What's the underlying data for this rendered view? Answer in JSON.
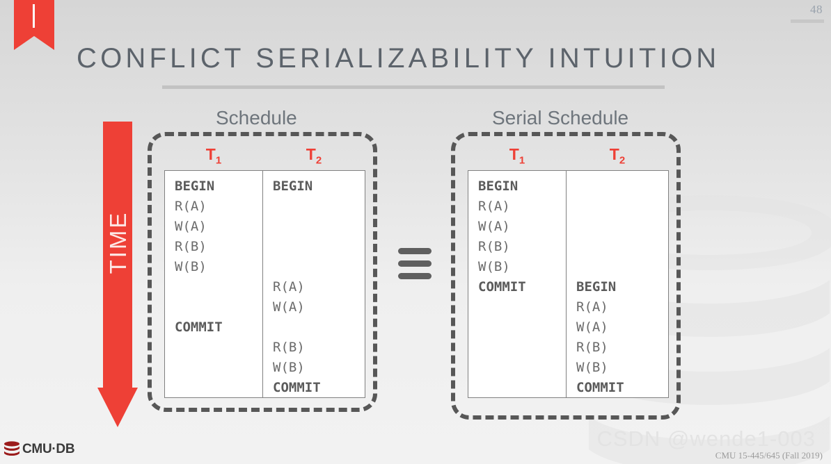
{
  "slide": {
    "number": "48",
    "title": "CONFLICT SERIALIZABILITY INTUITION",
    "accent_red": "#EE4036",
    "title_color": "#5C636B",
    "background": "#F2F2F2"
  },
  "time_axis": {
    "label": "TIME",
    "direction": "downward",
    "color": "#EE4036"
  },
  "equivalence_symbol": "≡",
  "panels": [
    {
      "caption": "Schedule",
      "columns": [
        {
          "header": "T",
          "header_subscript": "1",
          "ops": [
            "BEGIN",
            "R(A)",
            "W(A)",
            "R(B)",
            "W(B)",
            "",
            "",
            "COMMIT",
            "",
            "",
            "",
            ""
          ]
        },
        {
          "header": "T",
          "header_subscript": "2",
          "ops": [
            "BEGIN",
            "",
            "",
            "",
            "",
            "R(A)",
            "W(A)",
            "",
            "R(B)",
            "W(B)",
            "COMMIT",
            ""
          ]
        }
      ]
    },
    {
      "caption": "Serial Schedule",
      "columns": [
        {
          "header": "T",
          "header_subscript": "1",
          "ops": [
            "BEGIN",
            "R(A)",
            "W(A)",
            "R(B)",
            "W(B)",
            "COMMIT",
            "",
            "",
            "",
            "",
            "",
            ""
          ]
        },
        {
          "header": "T",
          "header_subscript": "2",
          "ops": [
            "",
            "",
            "",
            "",
            "",
            "BEGIN",
            "R(A)",
            "W(A)",
            "R(B)",
            "W(B)",
            "COMMIT",
            ""
          ]
        }
      ]
    }
  ],
  "footer": {
    "logo_text": "CMU·DB",
    "course": "CMU 15-445/645 (Fall 2019)",
    "watermark": "CSDN @wende1-003"
  }
}
